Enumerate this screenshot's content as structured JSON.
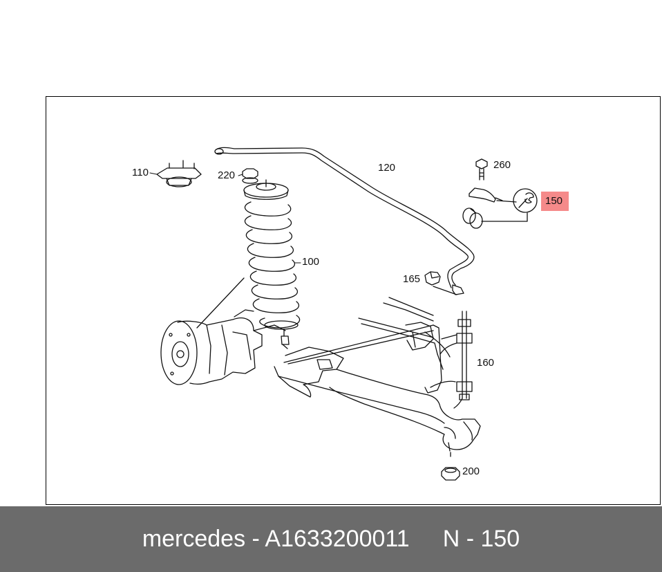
{
  "callouts": {
    "c110": "110",
    "c220": "220",
    "c120": "120",
    "c260": "260",
    "c150": "150",
    "c100": "100",
    "c165": "165",
    "c160": "160",
    "c200": "200"
  },
  "highlight_color": "#f58a8a",
  "footer": {
    "brand_part": "mercedes - A1633200011",
    "position": "N - 150",
    "background": "#6b6b6b"
  },
  "icons": {
    "wrench": "wrench-icon"
  }
}
